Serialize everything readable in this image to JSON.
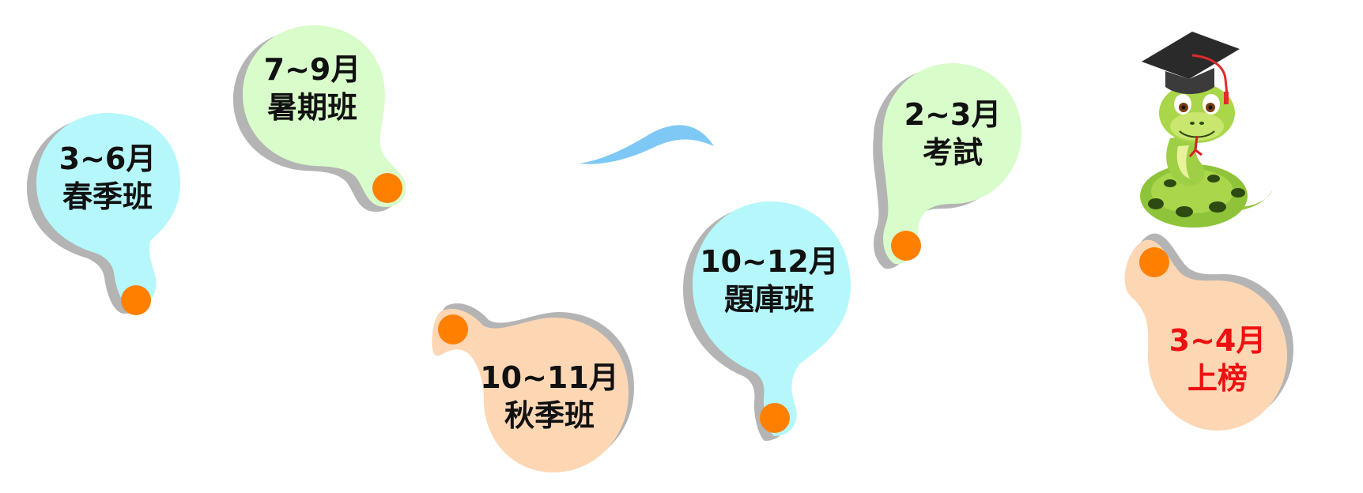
{
  "timeline": {
    "stages": [
      {
        "period": "3~6月",
        "name": "春季班",
        "fill": "#b5f7fb"
      },
      {
        "period": "7~9月",
        "name": "暑期班",
        "fill": "#d8fcca"
      },
      {
        "period": "10~11月",
        "name": "秋季班",
        "fill": "#fdd7b4"
      },
      {
        "period": "10~12月",
        "name": "題庫班",
        "fill": "#b5f7fb"
      },
      {
        "period": "2~3月",
        "name": "考試",
        "fill": "#d8fcca"
      },
      {
        "period": "3~4月",
        "name": "上榜",
        "fill": "#fdd7b4"
      }
    ]
  },
  "colors": {
    "shadow": "#b4b4b4",
    "dot": "#ff7f00",
    "wave": "#7ec8f5",
    "highlight_text": "#ee1111"
  },
  "mascot": {
    "icon": "graduation-snake-icon"
  }
}
